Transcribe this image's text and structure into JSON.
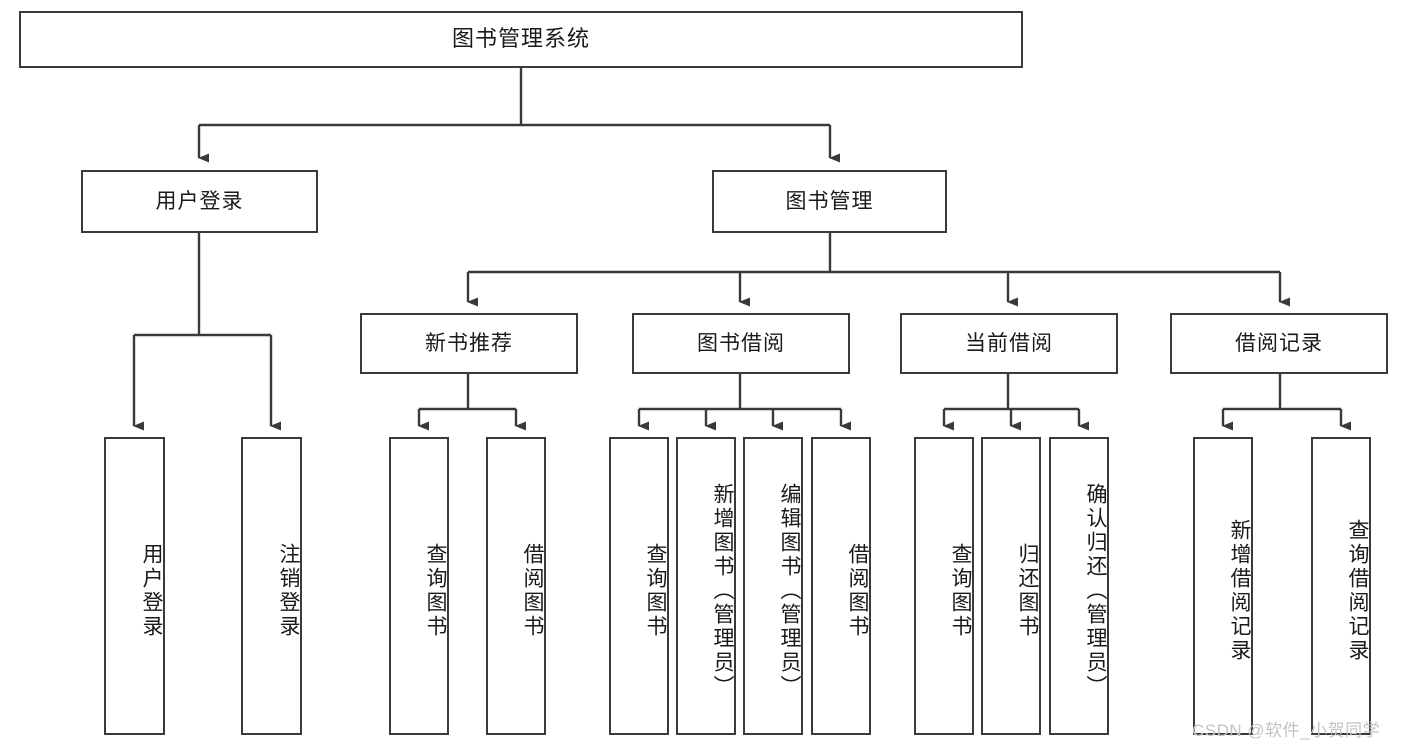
{
  "diagram": {
    "title": "图书管理系统",
    "type": "hierarchy-tree",
    "root": {
      "label": "图书管理系统"
    },
    "level2": [
      {
        "label": "用户登录"
      },
      {
        "label": "图书管理"
      }
    ],
    "level3": [
      {
        "label": "新书推荐"
      },
      {
        "label": "图书借阅"
      },
      {
        "label": "当前借阅"
      },
      {
        "label": "借阅记录"
      }
    ],
    "leaves_user_login": [
      {
        "label": "用户登录"
      },
      {
        "label": "注销登录"
      }
    ],
    "leaves_new_book": [
      {
        "label": "查询图书"
      },
      {
        "label": "借阅图书"
      }
    ],
    "leaves_borrow": [
      {
        "label": "查询图书"
      },
      {
        "label": "新增图书（管理员）"
      },
      {
        "label": "编辑图书（管理员）"
      },
      {
        "label": "借阅图书"
      }
    ],
    "leaves_current": [
      {
        "label": "查询图书"
      },
      {
        "label": "归还图书"
      },
      {
        "label": "确认归还（管理员）"
      }
    ],
    "leaves_record": [
      {
        "label": "新增借阅记录"
      },
      {
        "label": "查询借阅记录"
      }
    ],
    "watermark": "CSDN @软件_小贺同学",
    "colors": {
      "stroke": "#3a3a3a",
      "fill": "#ffffff",
      "text": "#1a1a1a",
      "watermark": "#c3c3c3"
    }
  }
}
